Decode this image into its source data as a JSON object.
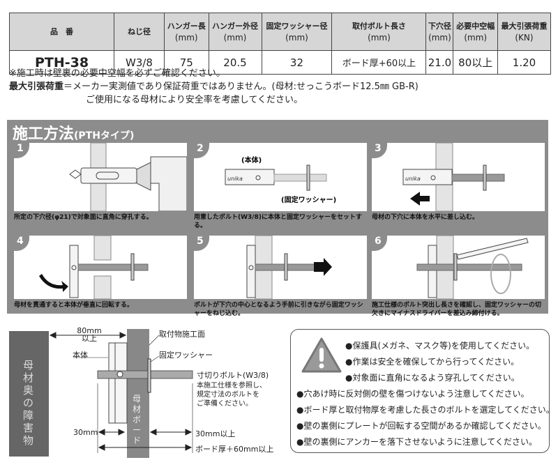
{
  "spec_table": {
    "headers": [
      {
        "label": "品　番",
        "unit": ""
      },
      {
        "label": "ねじ径",
        "unit": ""
      },
      {
        "label": "ハンガー長",
        "unit": "(mm)"
      },
      {
        "label": "ハンガー外径",
        "unit": "(mm)"
      },
      {
        "label": "固定ワッシャー径",
        "unit": "(mm)"
      },
      {
        "label": "取付ボルト長さ",
        "unit": "(mm)"
      },
      {
        "label": "下穴径",
        "unit": "(mm)"
      },
      {
        "label": "必要中空幅",
        "unit": "(mm)"
      },
      {
        "label": "最大引張荷重",
        "unit": "(KN)"
      }
    ],
    "row": [
      "PTH-38",
      "W3/8",
      "75",
      "20.5",
      "32",
      "ボード厚+60以上",
      "21.0",
      "80以上",
      "1.20"
    ]
  },
  "notes": {
    "line1": "※施工時は壁裏の必要中空幅を必ずご確認ください。",
    "line2_bold": "最大引張荷重",
    "line2": "＝メーカー実測値であり保証荷重ではありません。(母材:せっこうボード12.5㎜ GB-R)",
    "line3": "ご使用になる母材により安全率を考慮してください。"
  },
  "method": {
    "title": "施工方法",
    "subtitle": "(PTHタイプ)",
    "steps": [
      {
        "num": "1",
        "caption": "所定の下穴径(φ21)で対象面に直角に穿孔する。"
      },
      {
        "num": "2",
        "caption": "用意したボルト(W3/8)に本体と固定ワッシャーをセットする。",
        "label_body": "(本体)",
        "label_washer": "(固定ワッシャー)"
      },
      {
        "num": "3",
        "caption": "母材の下穴に本体を水平に差し込む。"
      },
      {
        "num": "4",
        "caption": "母材を貫通すると本体が垂直に回転する。"
      },
      {
        "num": "5",
        "caption": "ボルトが下穴の中心となるよう手前に引きながら固定ワッシャーをねじ込む。"
      },
      {
        "num": "6",
        "caption": "施工仕様のボルト突出し長さを確認し、固定ワッシャーの切欠きにマイナスドライバーを差込み締付ける。"
      }
    ],
    "brand": "unika"
  },
  "diagram": {
    "obstacle": "母材奥の障害物",
    "board": "母材ボード",
    "gap": "80mm以上",
    "body": "本体",
    "surface": "取付物施工面",
    "washer": "固定ワッシャー",
    "bolt": "寸切りボルト(W3/8)",
    "bolt_note1": "本施工仕様を参照し、",
    "bolt_note2": "規定寸法のボルトを",
    "bolt_note3": "ご準備ください。",
    "dim_left": "30mm",
    "dim_right": "30mm以上",
    "dim_total": "ボード厚＋60mm以上"
  },
  "warnings": [
    "●保護具(メガネ、マスク等)を使用してください。",
    "●作業は安全を確保してから行ってください。",
    "●対象面に直角になるよう穿孔してください。",
    "●穴あけ時に反対側の壁を傷つけないよう注意してください。",
    "●ボード厚と取付物厚を考慮した長さのボルトを選定してください。",
    "●壁の裏側にプレートが回転する空間があるか確認してください。",
    "●壁の裏側にアンカーを落下させないように注意してください。"
  ]
}
